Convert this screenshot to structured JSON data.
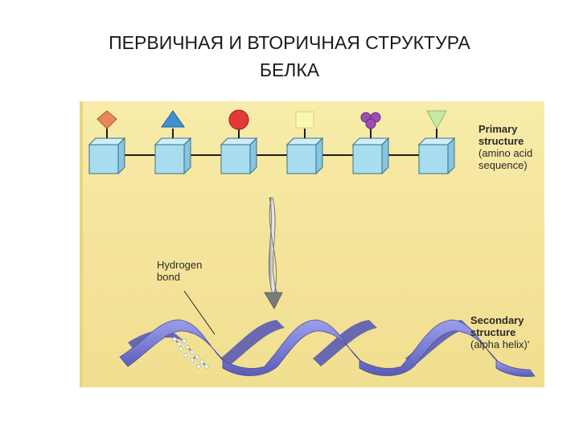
{
  "slide": {
    "title_line1": "ПЕРВИЧНАЯ И ВТОРИЧНАЯ СТРУКТУРА",
    "title_line2": "БЕЛКА"
  },
  "diagram": {
    "primary_label": {
      "line1": "Primary",
      "line2": "structure",
      "line3": "(amino acid",
      "line4": "sequence)"
    },
    "hydrogen_label": {
      "line1": "Hydrogen",
      "line2": "bond"
    },
    "secondary_label": {
      "line1": "Secondary",
      "line2": "structure",
      "line3": "(alpha helix)'"
    },
    "amino_acids": [
      {
        "shape": "diamond",
        "color": "#e8875a"
      },
      {
        "shape": "triangle",
        "color": "#3f8fd6"
      },
      {
        "shape": "circle",
        "color": "#e23a3a"
      },
      {
        "shape": "square",
        "color": "#fbf7b0"
      },
      {
        "shape": "clover",
        "color": "#9a4fb0"
      },
      {
        "shape": "inverted-triangle",
        "color": "#c8e8a8"
      }
    ],
    "colors": {
      "cube_face": "#a8ddef",
      "cube_top": "#cdeefa",
      "cube_side": "#86c6de",
      "cube_edge": "#3a6e86",
      "ribbon": "#7b7fd6",
      "ribbon_dark": "#5a5cb4",
      "background": "#f4e49a"
    }
  }
}
